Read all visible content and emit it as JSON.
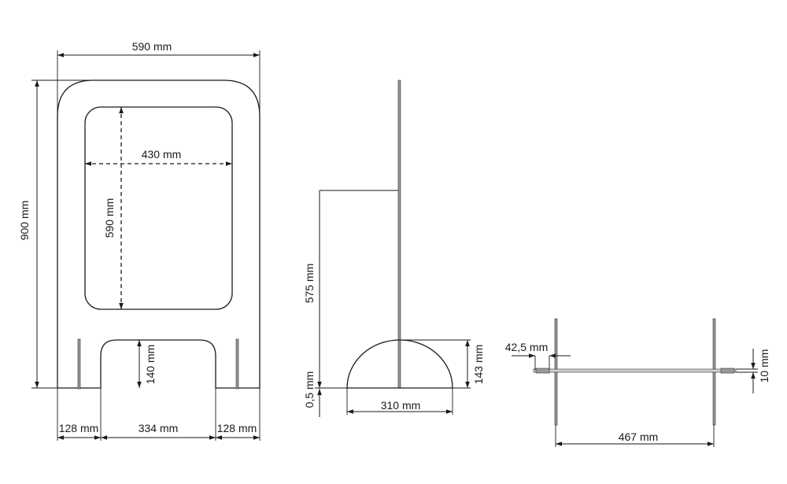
{
  "front_view": {
    "width": "590 mm",
    "height": "900 mm",
    "window_width": "430 mm",
    "window_height": "590 mm",
    "arch_height": "140 mm",
    "left_foot": "128 mm",
    "arch_width": "334 mm",
    "right_foot": "128 mm"
  },
  "side_view": {
    "panel_height": "575 mm",
    "base_height": "143 mm",
    "base_thickness": "0,5 mm",
    "base_width": "310 mm"
  },
  "top_view": {
    "plate_length": "42,5 mm",
    "thickness": "10 mm",
    "spacing": "467 mm"
  }
}
